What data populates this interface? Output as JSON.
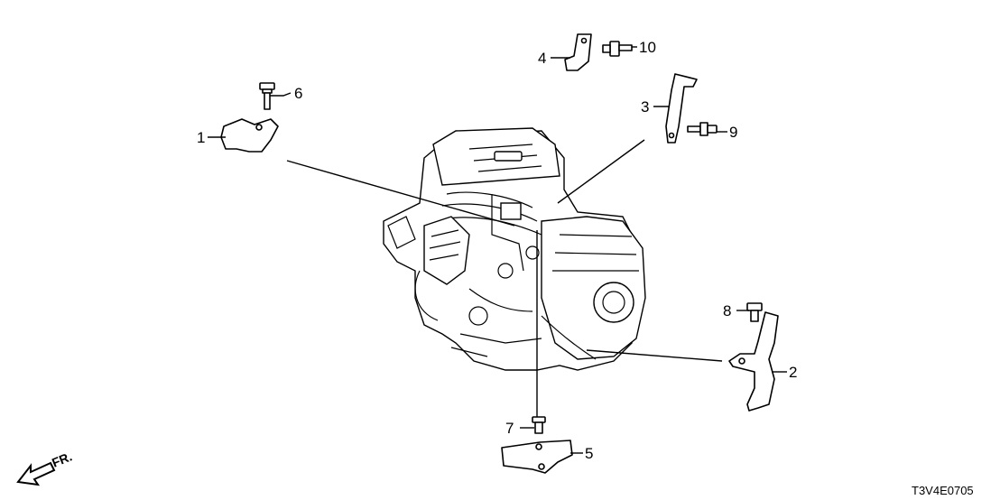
{
  "callouts": [
    {
      "id": "1",
      "label": "1"
    },
    {
      "id": "2",
      "label": "2"
    },
    {
      "id": "3",
      "label": "3"
    },
    {
      "id": "4",
      "label": "4"
    },
    {
      "id": "5",
      "label": "5"
    },
    {
      "id": "6",
      "label": "6"
    },
    {
      "id": "7",
      "label": "7"
    },
    {
      "id": "8",
      "label": "8"
    },
    {
      "id": "9",
      "label": "9"
    },
    {
      "id": "10",
      "label": "10"
    }
  ],
  "direction_label": "FR.",
  "diagram_code": "T3V4E0705",
  "icons": {
    "direction": "front-direction-arrow-icon"
  }
}
